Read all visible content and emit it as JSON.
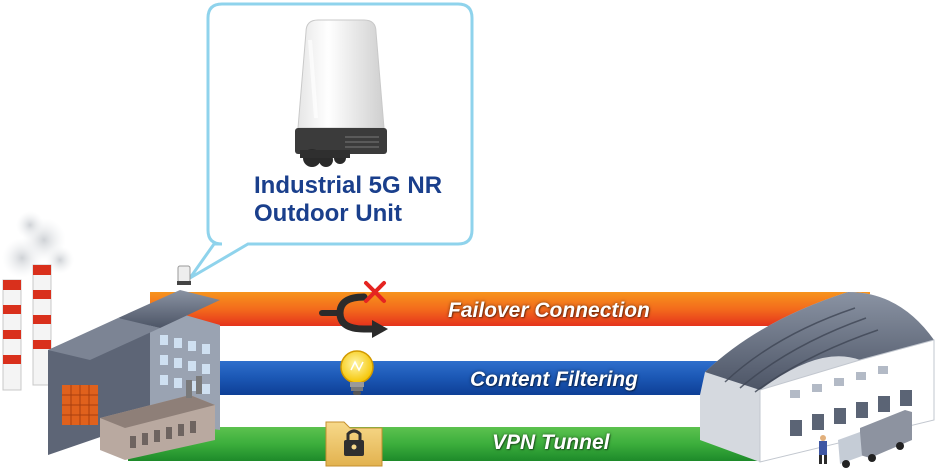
{
  "callout": {
    "title_line1": "Industrial 5G NR",
    "title_line2": "Outdoor Unit"
  },
  "bands": [
    {
      "label": "Failover Connection",
      "color_start": "#f36b1c",
      "color_end": "#e5331c",
      "icon": "failover-arrow-icon"
    },
    {
      "label": "Content Filtering",
      "color_start": "#1b57b4",
      "color_end": "#0e3f96",
      "icon": "lightbulb-icon"
    },
    {
      "label": "VPN Tunnel",
      "color_start": "#3cae3c",
      "color_end": "#1d8a2a",
      "icon": "locked-folder-icon"
    }
  ],
  "colors": {
    "callout_border": "#8fd3ec",
    "title_text": "#1a3f8c",
    "fail_mark": "#e52421"
  }
}
